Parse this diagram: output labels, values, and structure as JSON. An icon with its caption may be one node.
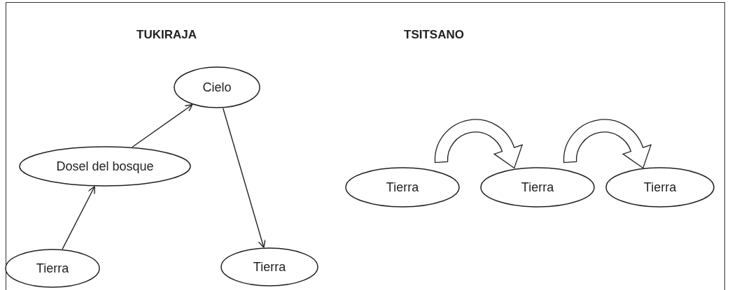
{
  "diagram": {
    "nodes": [
      {
        "text": [
          "Cielo"
        ]
      },
      {
        "text": [
          "Dosel del bosque"
        ]
      },
      {
        "text": [
          "Tierra"
        ]
      },
      {
        "text": [
          "Tierra"
        ]
      },
      {
        "text": [
          "Tierra"
        ]
      },
      {
        "text": [
          "Tierra"
        ]
      },
      {
        "text": [
          "Tierra"
        ]
      }
    ],
    "edges": [
      {
        "from": 2,
        "to": 1,
        "arrow": "to"
      },
      {
        "from": 1,
        "to": 0,
        "arrow": "to"
      },
      {
        "from": 0,
        "to": 3,
        "arrow": "to"
      },
      {
        "from": 4,
        "to": 5,
        "arrow": "to",
        "style": "thick"
      },
      {
        "from": 5,
        "to": 6,
        "arrow": "to",
        "style": "thick"
      }
    ],
    "labels": [
      "TUKIRAJA",
      "TSITSANO"
    ]
  }
}
